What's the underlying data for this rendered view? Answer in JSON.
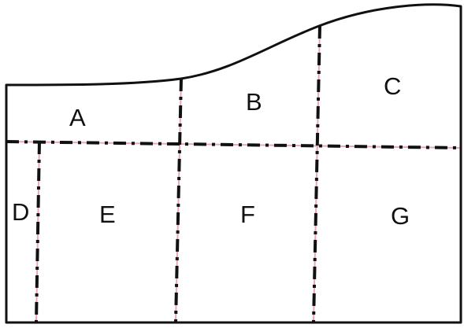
{
  "regions": {
    "a": "A",
    "b": "B",
    "c": "C",
    "d": "D",
    "e": "E",
    "f": "F",
    "g": "G"
  },
  "colors": {
    "ink": "#111111",
    "pink_trace": "#e8a8b4",
    "background": "#ffffff"
  }
}
